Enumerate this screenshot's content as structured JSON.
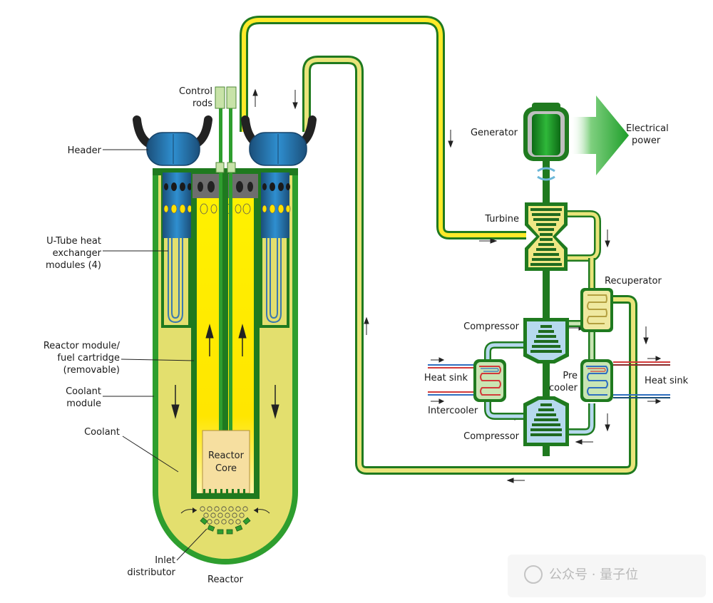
{
  "labels": {
    "control_rods_1": "Control",
    "control_rods_2": "rods",
    "header": "Header",
    "utube_1": "U-Tube heat",
    "utube_2": "exchanger",
    "utube_3": "modules (4)",
    "reactor_module_1": "Reactor module/",
    "reactor_module_2": "fuel cartridge",
    "reactor_module_3": "(removable)",
    "coolant_module_1": "Coolant",
    "coolant_module_2": "module",
    "coolant": "Coolant",
    "reactor_core_1": "Reactor",
    "reactor_core_2": "Core",
    "inlet_1": "Inlet",
    "inlet_2": "distributor",
    "reactor": "Reactor",
    "generator": "Generator",
    "electrical_1": "Electrical",
    "electrical_2": "power",
    "turbine": "Turbine",
    "recuperator": "Recuperator",
    "compressor_top": "Compressor",
    "compressor_bottom": "Compressor",
    "heat_sink_left": "Heat sink",
    "heat_sink_right": "Heat sink",
    "intercooler": "Intercooler",
    "precooler_1": "Pre",
    "precooler_2": "cooler"
  },
  "watermark": "公众号 · 量子位",
  "colors": {
    "green_dark": "#1f7a1f",
    "green": "#2e9e2e",
    "yellow_pale": "#e6e27a",
    "yellow_bright": "#ffe600",
    "blue": "#2f8fd0",
    "blue_dark": "#1b4f7a",
    "light_blue": "#b6d9ee",
    "light_green": "#c9e5b3",
    "red": "#d23a3a"
  }
}
